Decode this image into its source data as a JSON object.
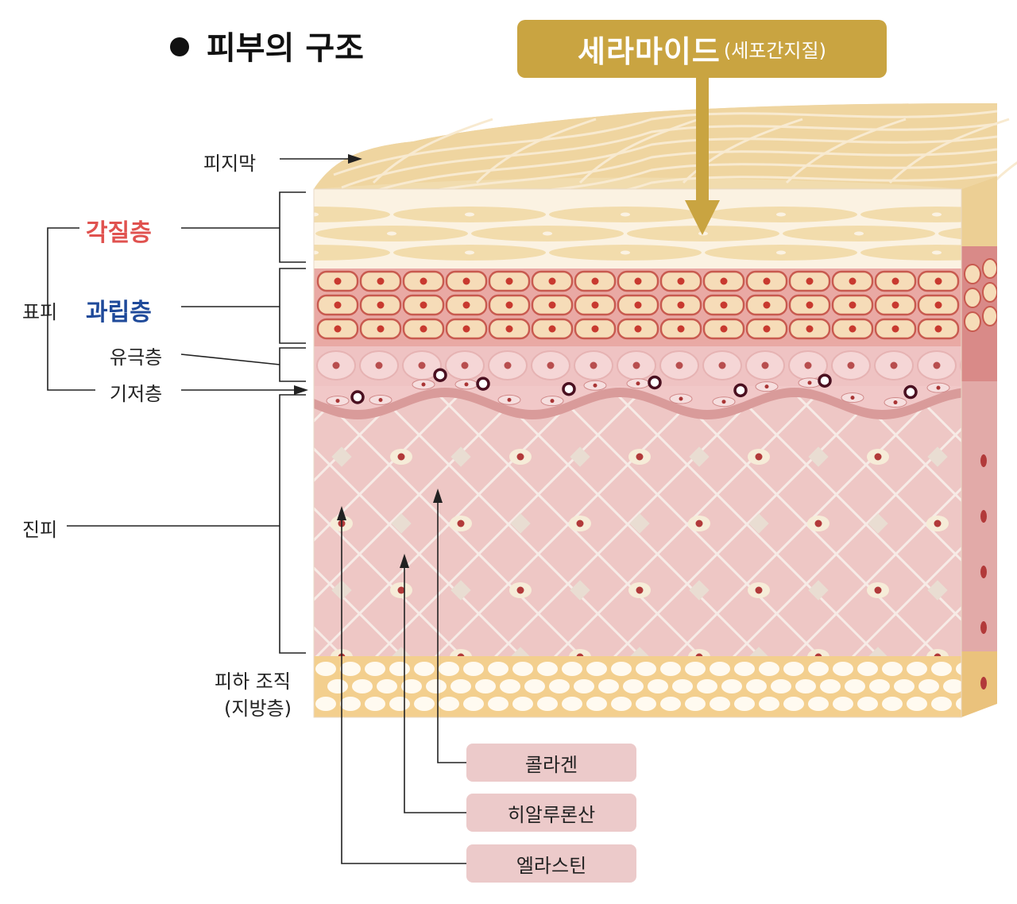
{
  "title": "피부의 구조",
  "ceramide": {
    "main": "세라마이드",
    "sub": "(세포간지질)"
  },
  "labels": {
    "sebum": "피지막",
    "stratum_corneum": "각질층",
    "epidermis": "표피",
    "granular": "과립층",
    "spinous": "유극층",
    "basal": "기저층",
    "dermis": "진피",
    "subcutaneous_line1": "피하 조직",
    "subcutaneous_line2": "(지방층)"
  },
  "components": [
    "콜라겐",
    "히알루론산",
    "엘라스틴"
  ],
  "colors": {
    "ceramide_box": "#c9a441",
    "stratum_corneum_label": "#e0524f",
    "granular_label": "#1f4a9a",
    "dermis": "#eec7c5",
    "fat": "#f3cf8e",
    "horny": "#f2dcac",
    "component_box": "#eccaca"
  }
}
